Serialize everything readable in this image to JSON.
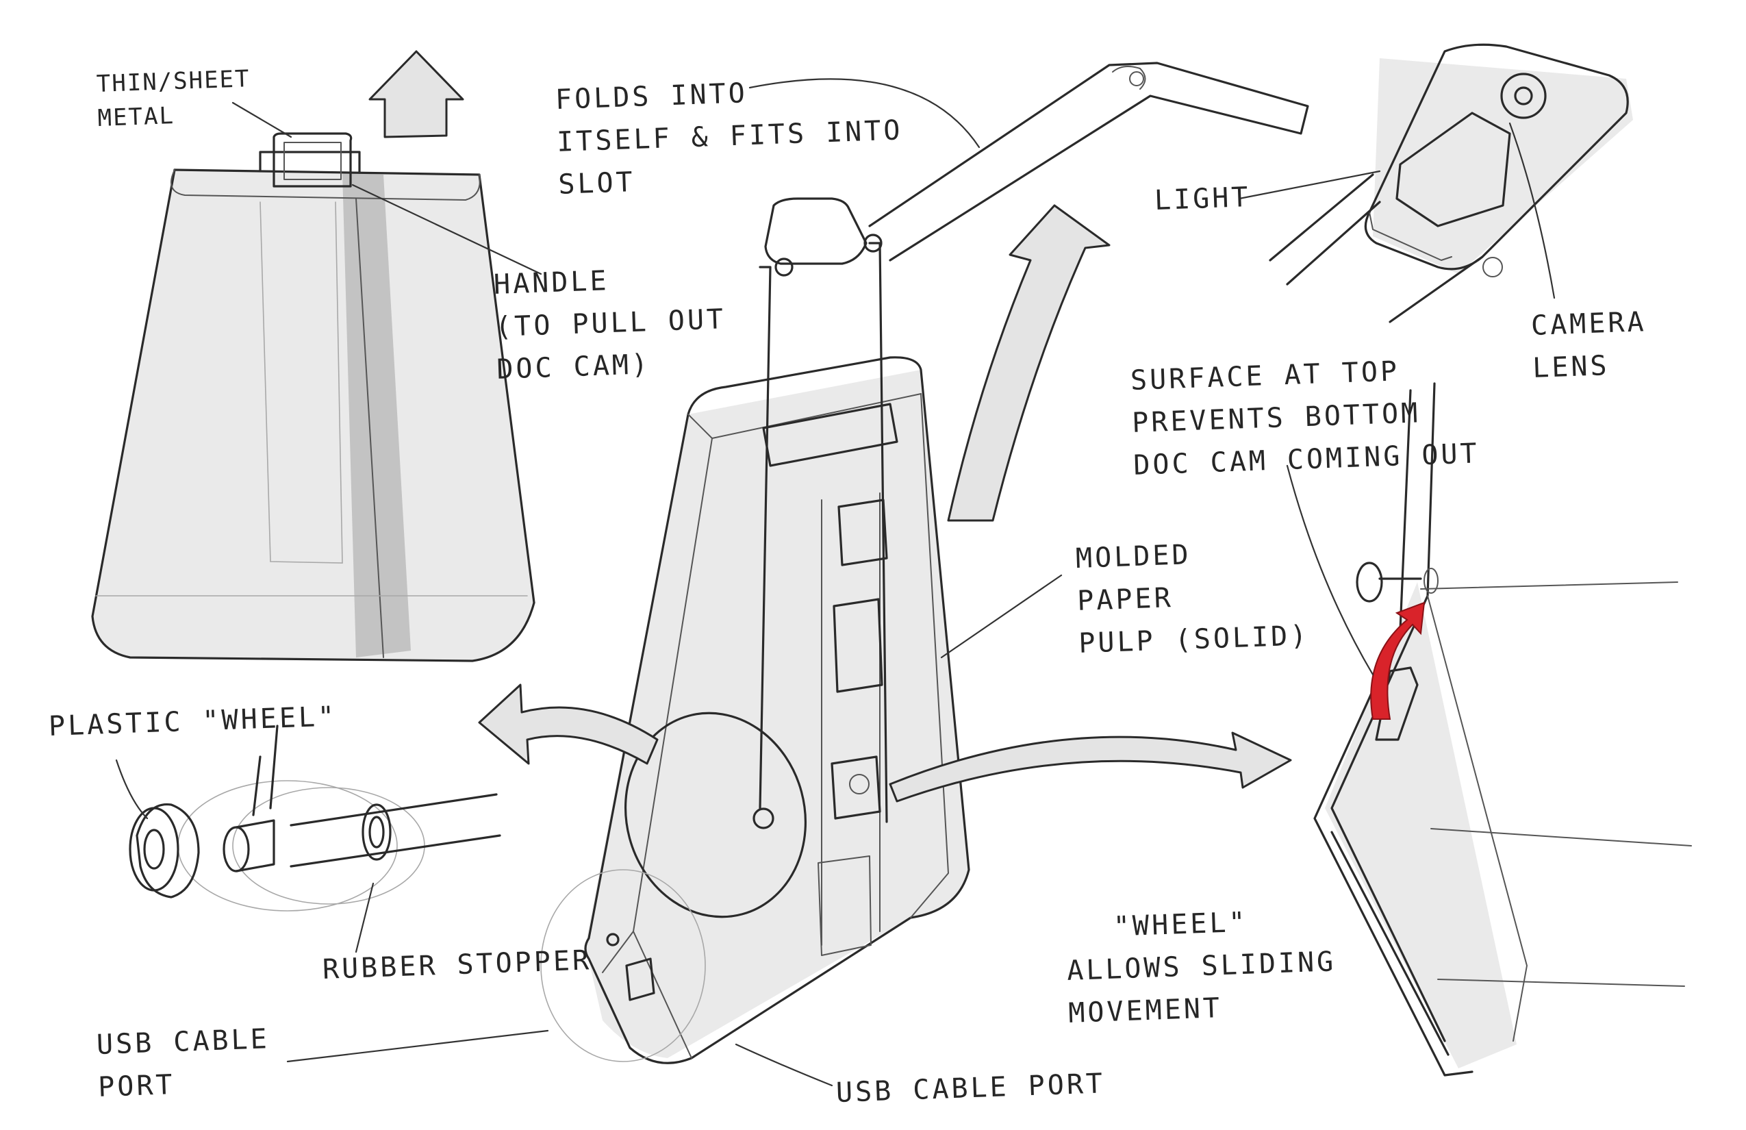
{
  "labels": {
    "thin_sheet_metal": [
      "THIN/SHEET",
      "METAL"
    ],
    "folds_into_slot": [
      "FOLDS INTO",
      "ITSELF & FITS INTO",
      "SLOT"
    ],
    "light": "LIGHT",
    "camera_lens": [
      "CAMERA",
      "LENS"
    ],
    "handle": [
      "HANDLE",
      "(TO PULL OUT",
      "DOC CAM)"
    ],
    "surface_at_top": [
      "SURFACE AT TOP",
      "PREVENTS BOTTOM",
      "DOC CAM COMING OUT"
    ],
    "molded_paper_pulp": [
      "MOLDED",
      "PAPER",
      "PULP (SOLID)"
    ],
    "plastic_wheel": "PLASTIC \"WHEEL\"",
    "rubber_stopper": "RUBBER STOPPER",
    "usb_cable_port_left": [
      "USB CABLE",
      "PORT"
    ],
    "usb_cable_port_bottom": "USB CABLE PORT",
    "wheel_allows_sliding": [
      "\"WHEEL\"",
      "ALLOWS SLIDING",
      "MOVEMENT"
    ]
  },
  "colors": {
    "ink": "#2a2a2a",
    "highlight_arrow": "#d9232a",
    "paper": "#ffffff"
  }
}
